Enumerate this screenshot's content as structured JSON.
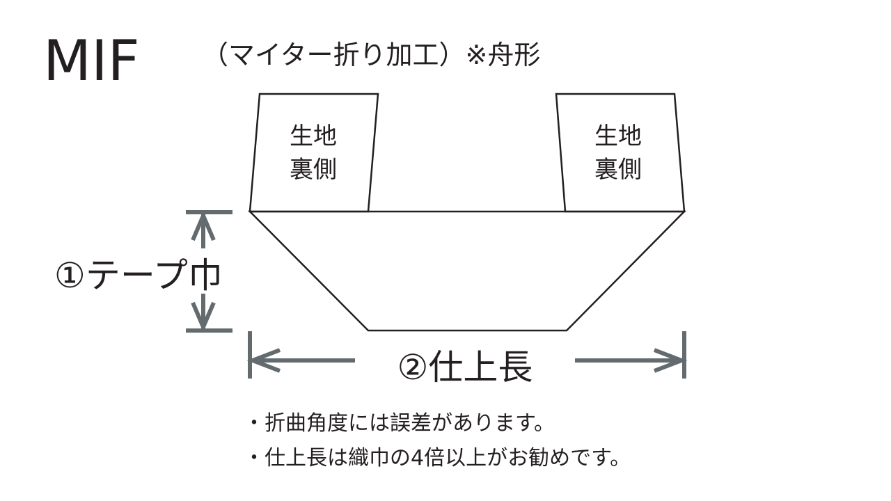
{
  "title": "MIF",
  "subtitle": "（マイター折り加工）※舟形",
  "panel_left": {
    "line1": "生地",
    "line2": "裏側"
  },
  "panel_right": {
    "line1": "生地",
    "line2": "裏側"
  },
  "tape_width_label": "①テープ巾",
  "finished_length_label": "②仕上長",
  "notes": [
    "・折曲角度には誤差があります。",
    "・仕上長は織巾の4倍以上がお勧めです。"
  ],
  "colors": {
    "line": "#231f20",
    "dimension": "#636b6f"
  }
}
